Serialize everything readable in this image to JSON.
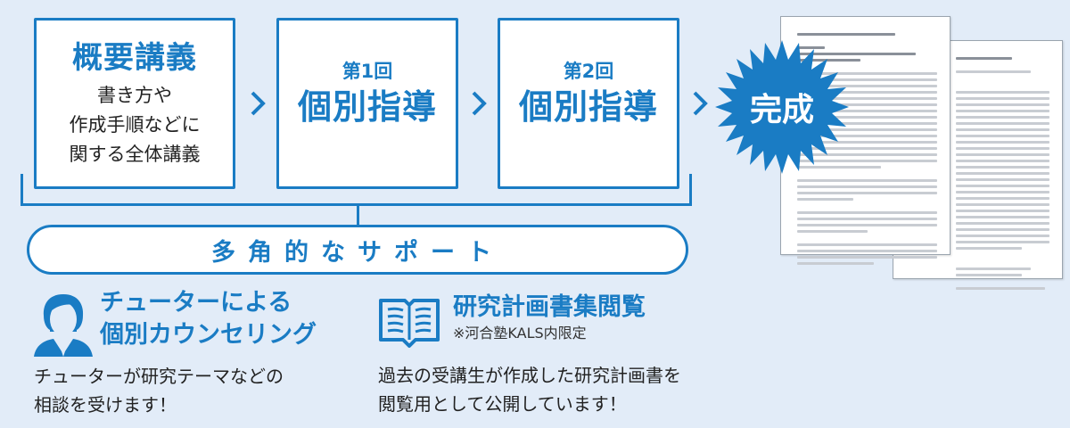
{
  "steps": [
    {
      "title": "概要講義",
      "desc_lines": [
        "書き方や",
        "作成手順などに",
        "関する全体講義"
      ]
    },
    {
      "sub": "第1回",
      "title": "個別指導"
    },
    {
      "sub": "第2回",
      "title": "個別指導"
    }
  ],
  "completion": {
    "label": "完成"
  },
  "support": {
    "label": "多角的なサポート"
  },
  "features": [
    {
      "icon": "person-icon",
      "title_lines": [
        "チューターによる",
        "個別カウンセリング"
      ],
      "desc_lines": [
        "チューターが研究テーマなどの",
        "相談を受けます！"
      ]
    },
    {
      "icon": "book-icon",
      "title": "研究計画書集閲覧",
      "note": "※河合塾KALS内限定",
      "desc_lines": [
        "過去の受講生が作成した研究計画書を",
        "閲覧用として公開しています！"
      ]
    }
  ],
  "colors": {
    "accent": "#1a7cc4",
    "background": "#e2ecf8",
    "text": "#222222"
  }
}
